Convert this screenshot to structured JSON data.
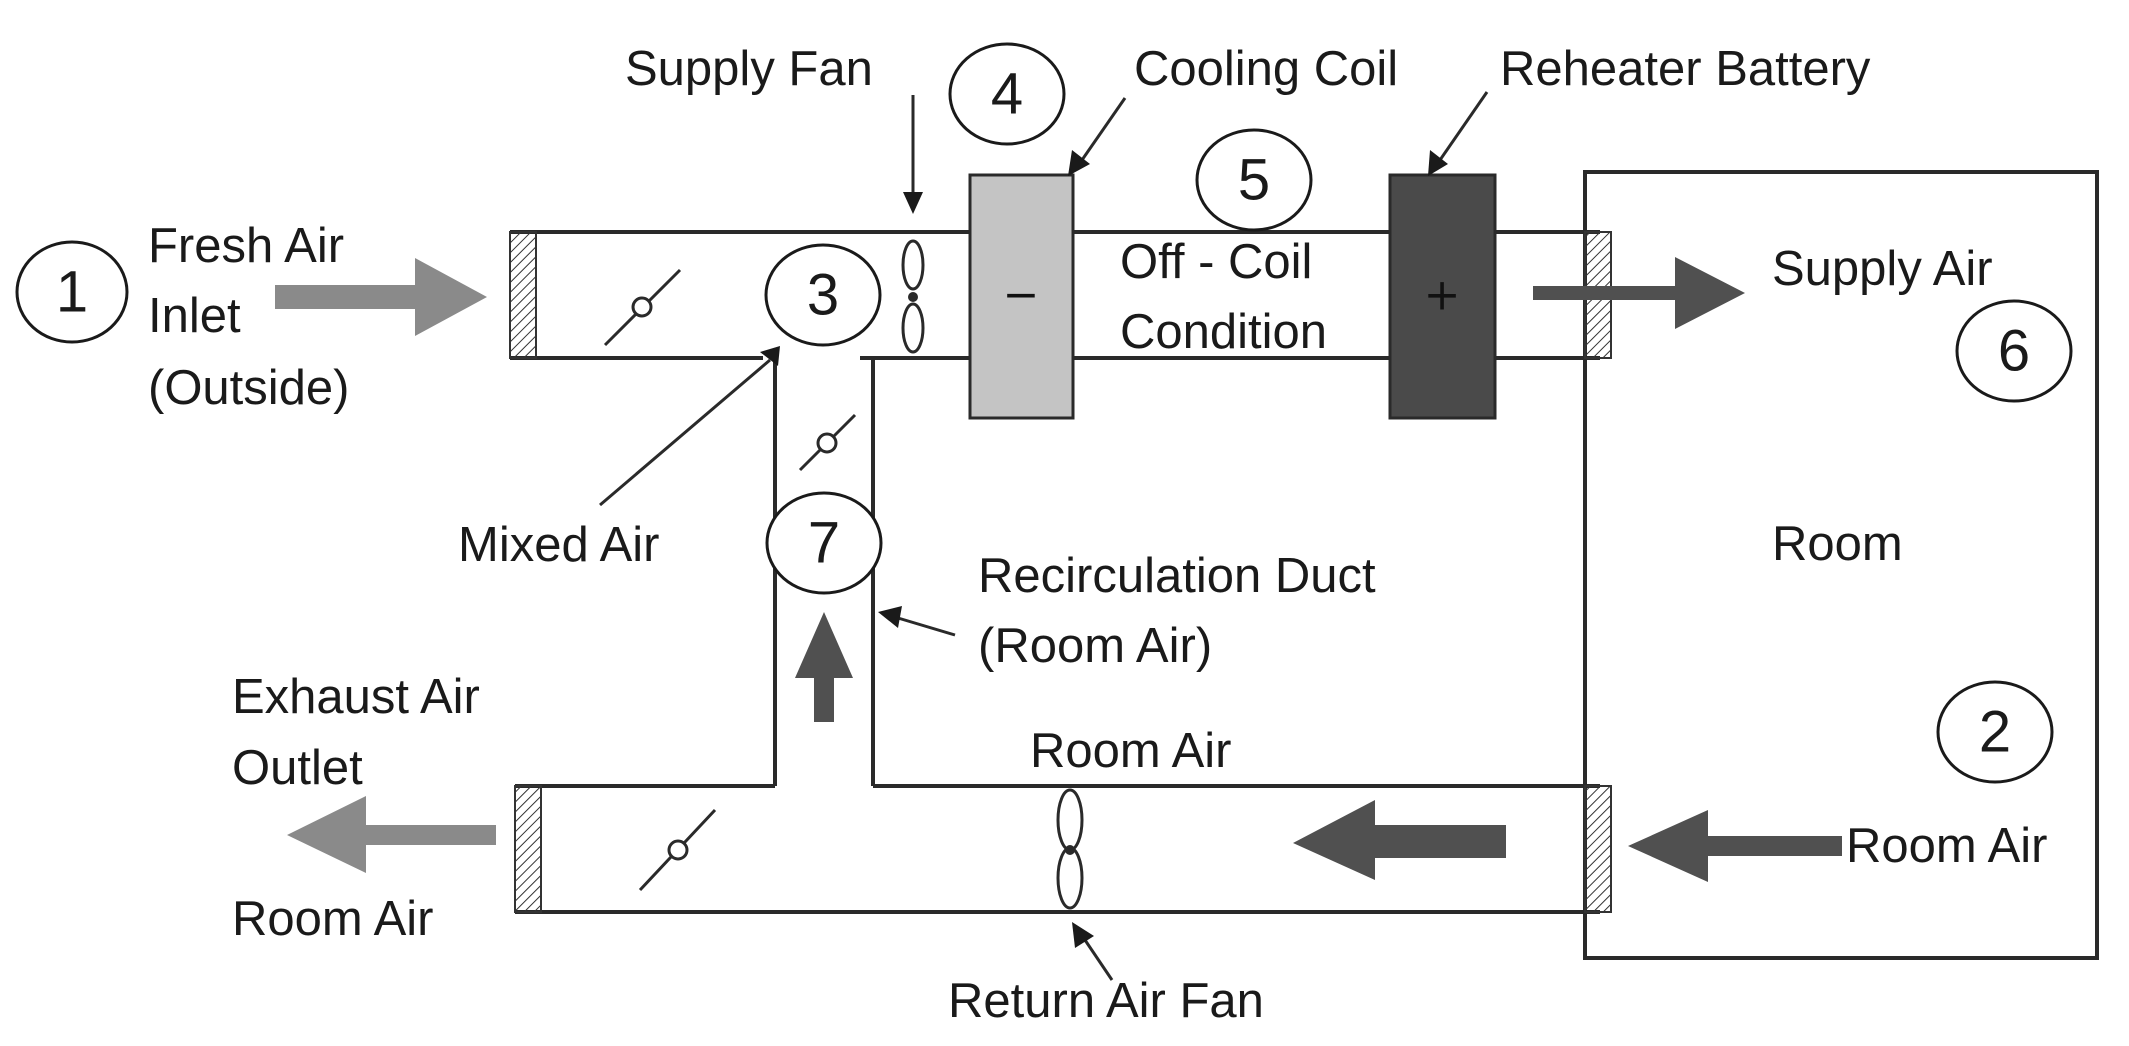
{
  "labels": {
    "supply_fan": "Supply Fan",
    "cooling_coil": "Cooling Coil",
    "reheater_battery": "Reheater Battery",
    "fresh_air_1": "Fresh Air",
    "fresh_air_2": "Inlet",
    "fresh_air_3": "(Outside)",
    "off_coil_1": "Off - Coil",
    "off_coil_2": "Condition",
    "supply_air": "Supply Air",
    "mixed_air": "Mixed Air",
    "room": "Room",
    "recirc_1": "Recirculation Duct",
    "recirc_2": "(Room Air)",
    "exhaust_1": "Exhaust Air",
    "exhaust_2": "Outlet",
    "room_air_top": "Room Air",
    "room_air_right": "Room Air",
    "room_air_left": "Room Air",
    "return_fan": "Return Air Fan"
  },
  "points": {
    "p1": "1",
    "p2": "2",
    "p3": "3",
    "p4": "4",
    "p5": "5",
    "p6": "6",
    "p7": "7"
  },
  "symbols": {
    "cooling": "−",
    "heating": "+"
  },
  "colors": {
    "cooling_coil": "#c4c4c4",
    "reheater": "#4a4a4a",
    "arrow_light": "#8a8a8a",
    "arrow_dark": "#505050"
  }
}
